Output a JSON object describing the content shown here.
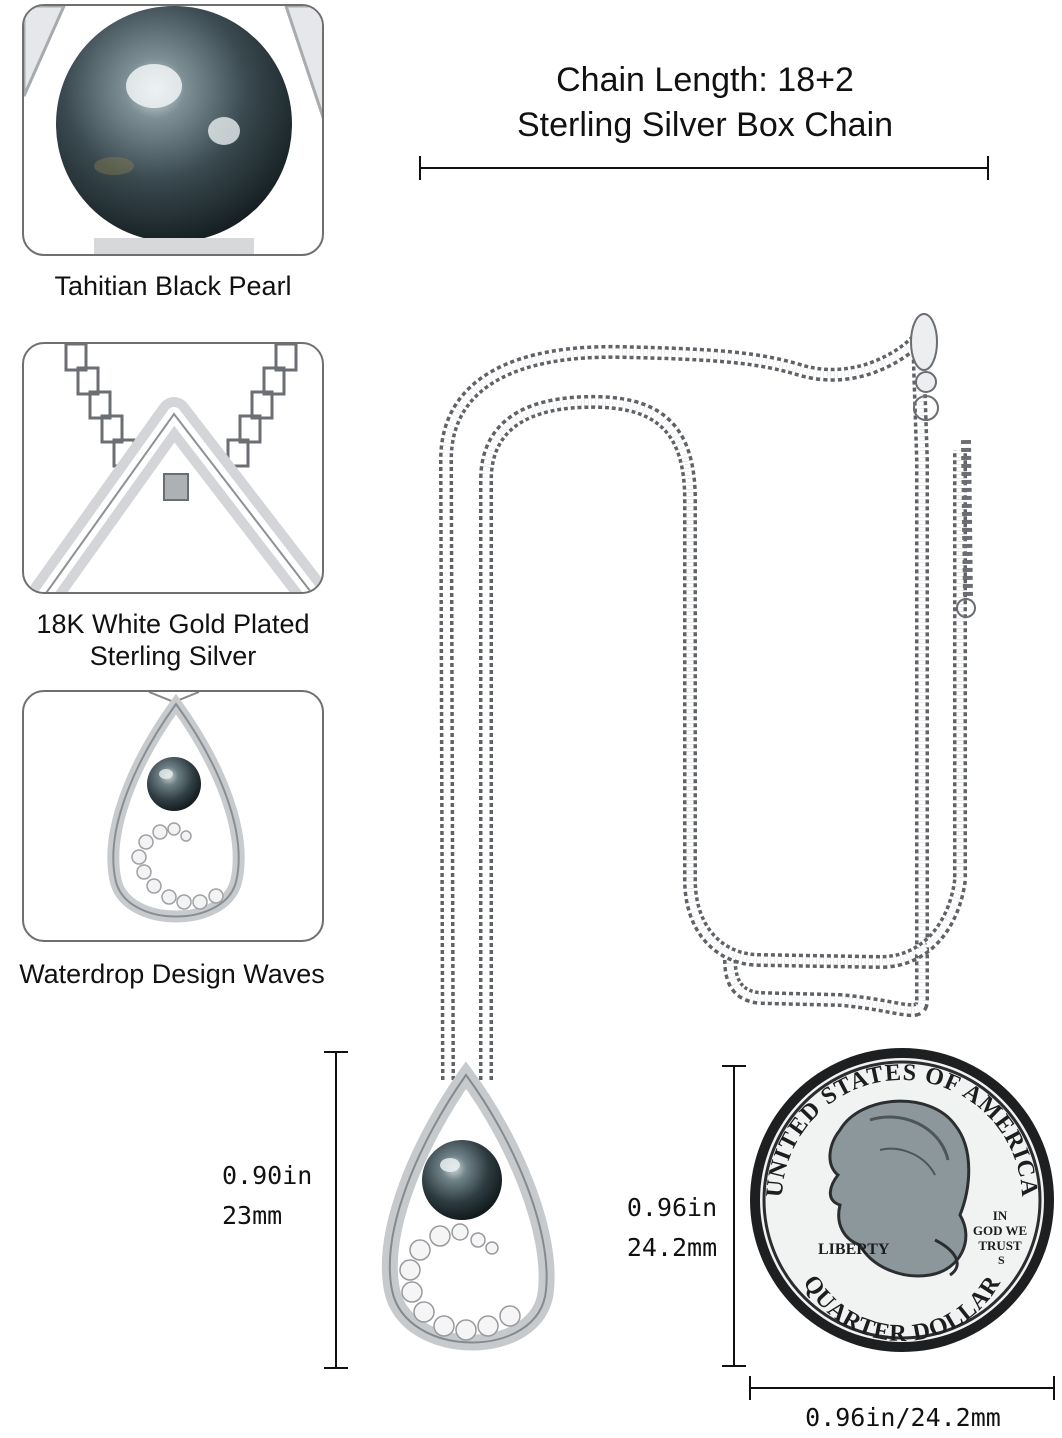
{
  "features": [
    {
      "label": "Tahitian Black Pearl"
    },
    {
      "label": "18K White Gold Plated\nSterling Silver"
    },
    {
      "label": "Waterdrop Design Waves"
    }
  ],
  "chain": {
    "line1": "Chain Length: 18+2",
    "line2": "Sterling Silver Box Chain"
  },
  "pendant_size": {
    "inches": "0.90in",
    "mm": "23mm"
  },
  "coin_size": {
    "height_in": "0.96in",
    "height_mm": "24.2mm",
    "width": "0.96in/24.2mm"
  },
  "coin": {
    "top_text": "UNITED STATES OF AMERICA",
    "bottom_text": "QUARTER DOLLAR",
    "liberty": "LIBERTY",
    "motto": "IN GOD WE TRUST",
    "mint": "S"
  },
  "colors": {
    "pearl": "#3b4a4f",
    "silver": "#c9ccd0",
    "outline": "#6f6f6f"
  }
}
